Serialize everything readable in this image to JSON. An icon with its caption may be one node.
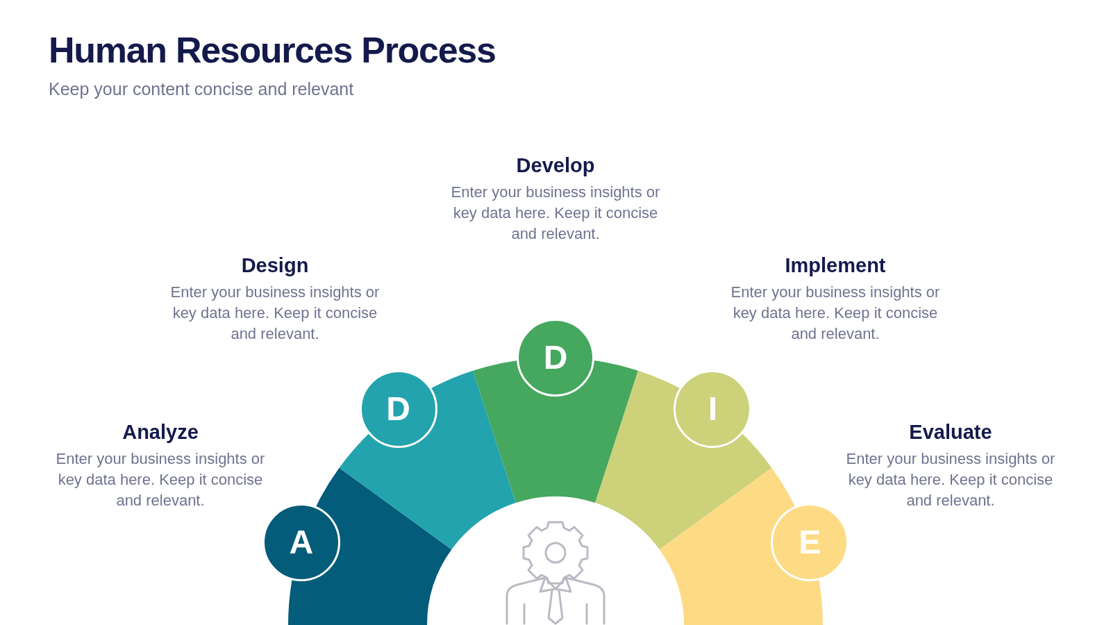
{
  "diagram": {
    "title": "Human Resources Process",
    "nodes": [
      {
        "text": [
          "A"
        ],
        "beside": [
          "Analyze",
          "Enter your business insights or key data here. Keep it concise and relevant."
        ]
      },
      {
        "text": [
          "D"
        ],
        "beside": [
          "Design",
          "Enter your business insights or key data here. Keep it concise and relevant."
        ]
      },
      {
        "text": [
          "D"
        ],
        "beside": [
          "Develop",
          "Enter your business insights or key data here. Keep it concise and relevant."
        ]
      },
      {
        "text": [
          "I"
        ],
        "beside": [
          "Implement",
          "Enter your business insights or key data here. Keep it concise and relevant."
        ]
      },
      {
        "text": [
          "E"
        ],
        "beside": [
          "Evaluate",
          "Enter your business insights or key data here. Keep it concise and relevant."
        ]
      }
    ],
    "edges": [],
    "labels": [
      "Keep your content concise and relevant"
    ]
  }
}
